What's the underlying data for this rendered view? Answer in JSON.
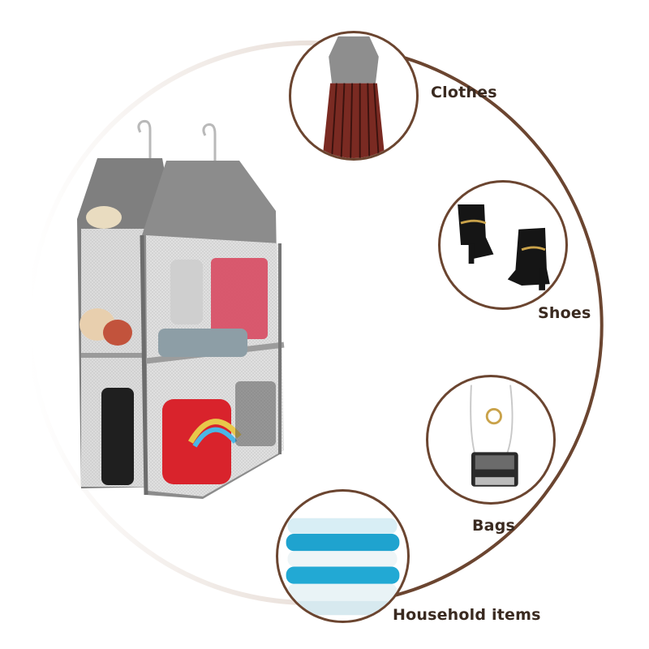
{
  "labels": {
    "clothes": "Clothes",
    "shoes": "Shoes",
    "bags": "Bags",
    "household": "Household items"
  },
  "colors": {
    "arc": "#6b4530",
    "label_text": "#3a2a20",
    "organizer_gray": "#8c8c8c"
  },
  "icons": {
    "clothes": "dress-photo",
    "shoes": "boots-photo",
    "bags": "handbag-photo",
    "household": "towels-photo",
    "organizer": "hanging-organizer-photo"
  }
}
